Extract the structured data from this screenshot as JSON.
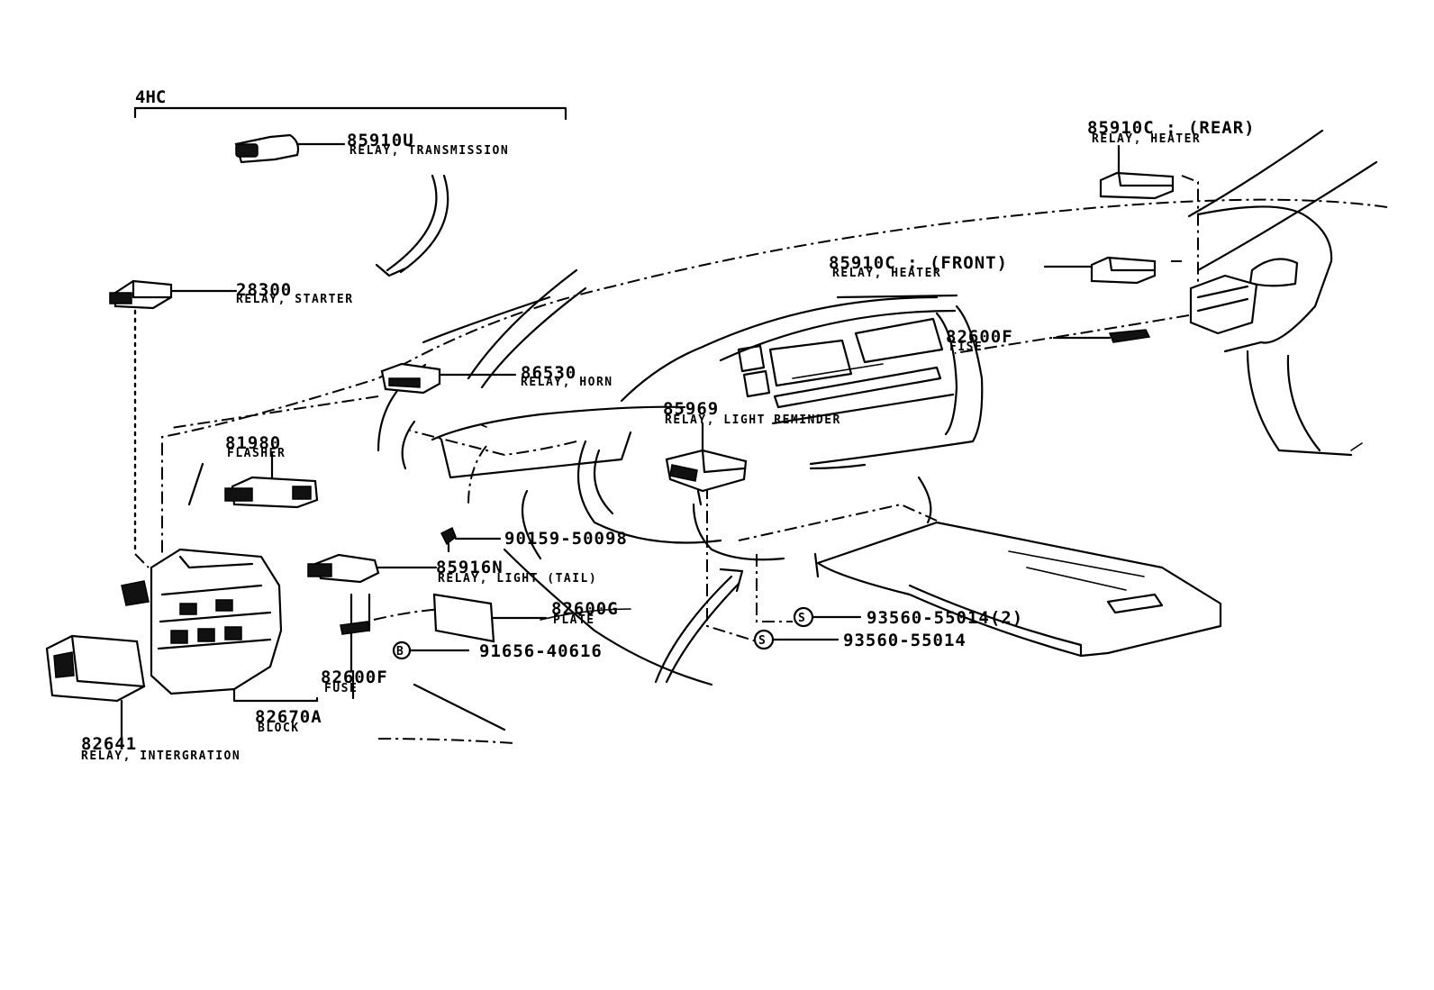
{
  "section": "4HC",
  "parts": [
    {
      "id": "85910U",
      "desc": "RELAY, TRANSMISSION"
    },
    {
      "id": "28300",
      "desc": "RELAY, STARTER"
    },
    {
      "id": "86530",
      "desc": "RELAY, HORN"
    },
    {
      "id": "81980",
      "desc": "FLASHER"
    },
    {
      "id": "85969",
      "desc": "RELAY, LIGHT REMINDER"
    },
    {
      "id": "85910C : (FRONT)",
      "desc": "RELAY, HEATER"
    },
    {
      "id": "85910C : (REAR)",
      "desc": "RELAY, HEATER"
    },
    {
      "id": "82600F",
      "desc": "FISE"
    },
    {
      "id": "90159-50098",
      "desc": ""
    },
    {
      "id": "85916N",
      "desc": "RELAY, LIGHT (TAIL)"
    },
    {
      "id": "82600G",
      "desc": "PLATE"
    },
    {
      "id": "91656-40616",
      "desc": ""
    },
    {
      "id": "82600F",
      "desc": "FUSE"
    },
    {
      "id": "82670A",
      "desc": "BLOCK"
    },
    {
      "id": "82641",
      "desc": "RELAY, INTERGRATION"
    },
    {
      "id": "93560-55014(2)",
      "desc": ""
    },
    {
      "id": "93560-55014",
      "desc": ""
    }
  ],
  "symbols": {
    "screw_mark": "S",
    "bolt_mark": "B"
  }
}
